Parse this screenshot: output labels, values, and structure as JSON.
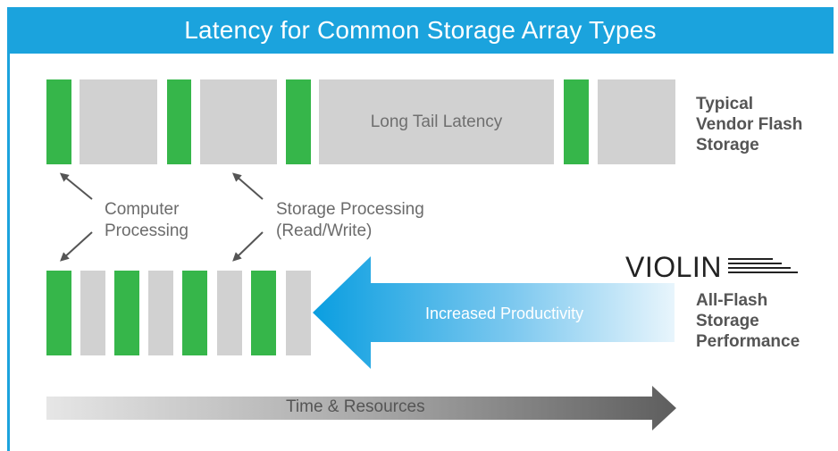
{
  "title": "Latency for Common Storage Array Types",
  "top_row": {
    "long_tail_label": "Long Tail Latency",
    "side_label": [
      "Typical",
      "Vendor Flash",
      "Storage"
    ]
  },
  "annotations": {
    "computer_processing": [
      "Computer",
      "Processing"
    ],
    "storage_processing": [
      "Storage Processing",
      "(Read/Write)"
    ]
  },
  "bottom_row": {
    "brand": "VIOLIN",
    "arrow_label": "Increased Productivity",
    "side_label": [
      "All-Flash",
      "Storage",
      "Performance"
    ]
  },
  "timeline": {
    "label": "Time & Resources"
  },
  "colors": {
    "header": "#1ba3dd",
    "compute": "#36b64a",
    "storage": "#d1d1d1",
    "productivity_arrow": "#1ba3dd",
    "time_arrow": "#666666"
  }
}
